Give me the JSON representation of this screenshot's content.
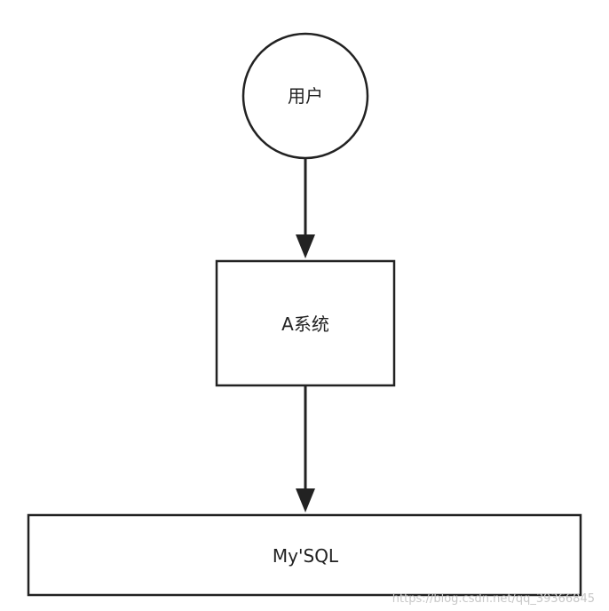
{
  "diagram": {
    "nodes": {
      "user": {
        "label": "用户",
        "shape": "circle"
      },
      "system_a": {
        "label": "A系统",
        "shape": "rectangle"
      },
      "mysql": {
        "label": "My'SQL",
        "shape": "rectangle"
      }
    },
    "edges": [
      {
        "from": "user",
        "to": "system_a"
      },
      {
        "from": "system_a",
        "to": "mysql"
      }
    ],
    "colors": {
      "stroke": "#222222",
      "background": "#ffffff",
      "watermark": "#c8c8c8"
    }
  },
  "watermark": {
    "text": "https://blog.csdn.net/qq_39366845"
  }
}
